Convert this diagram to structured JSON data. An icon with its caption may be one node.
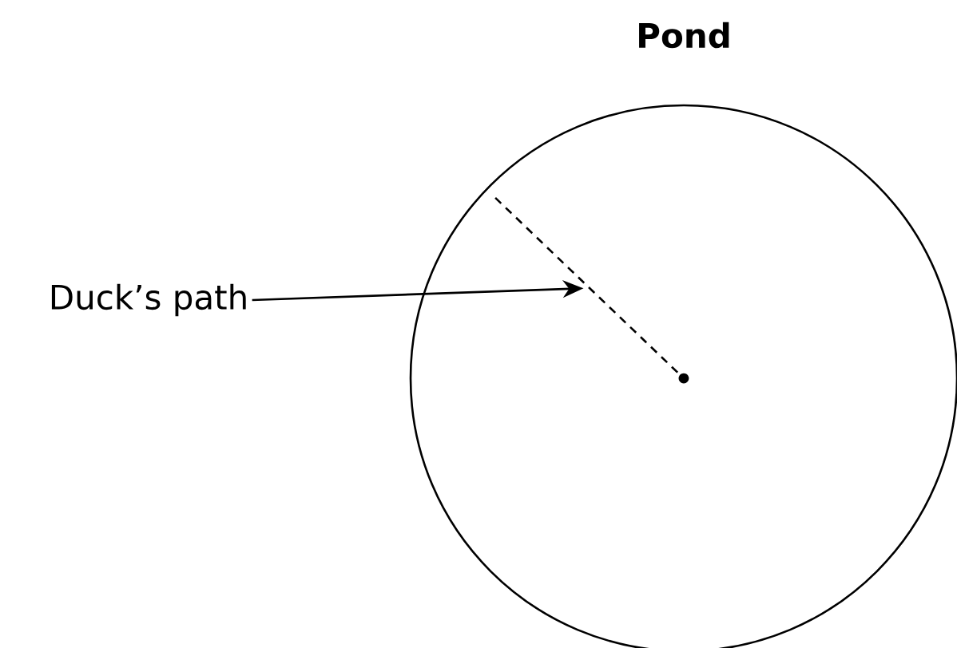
{
  "diagram": {
    "nodes": [
      {
        "text": [
          "Pond"
        ]
      },
      {
        "text": [
          "Duck’s path"
        ]
      },
      {
        "text": [],
        "shape": "line",
        "in": 0
      }
    ],
    "edges": [
      {
        "from": 1,
        "to": 2,
        "arrow": "to"
      }
    ]
  }
}
